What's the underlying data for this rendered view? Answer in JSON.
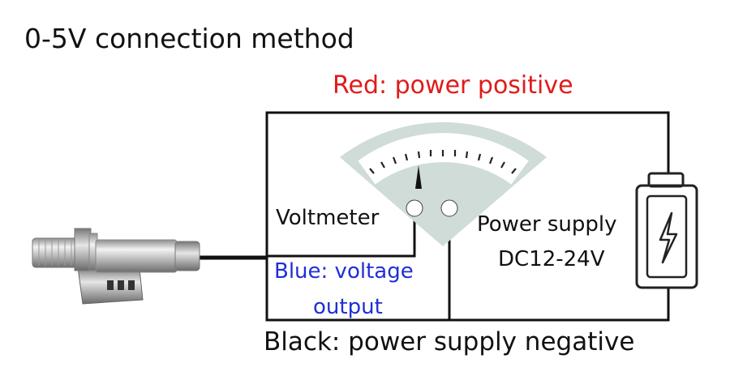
{
  "title": "0-5V connection method",
  "wires": {
    "red_label": "Red: power positive",
    "blue_label_line1": "Blue: voltage",
    "blue_label_line2": "output",
    "black_label": "Black: power supply negative"
  },
  "voltmeter": {
    "label": "Voltmeter",
    "plus_terminal": "+",
    "minus_terminal": "-",
    "icon": "analog-meter-icon"
  },
  "power_supply": {
    "label_line1": "Power supply",
    "label_line2": "DC12-24V",
    "icon": "battery-lightning-icon"
  },
  "sensor": {
    "icon": "cylindrical-sensor-with-bracket-icon"
  },
  "colors": {
    "red": "#e01b1b",
    "blue": "#1f2fd6",
    "wire": "#111111",
    "meter_face": "#cfdcd8"
  }
}
